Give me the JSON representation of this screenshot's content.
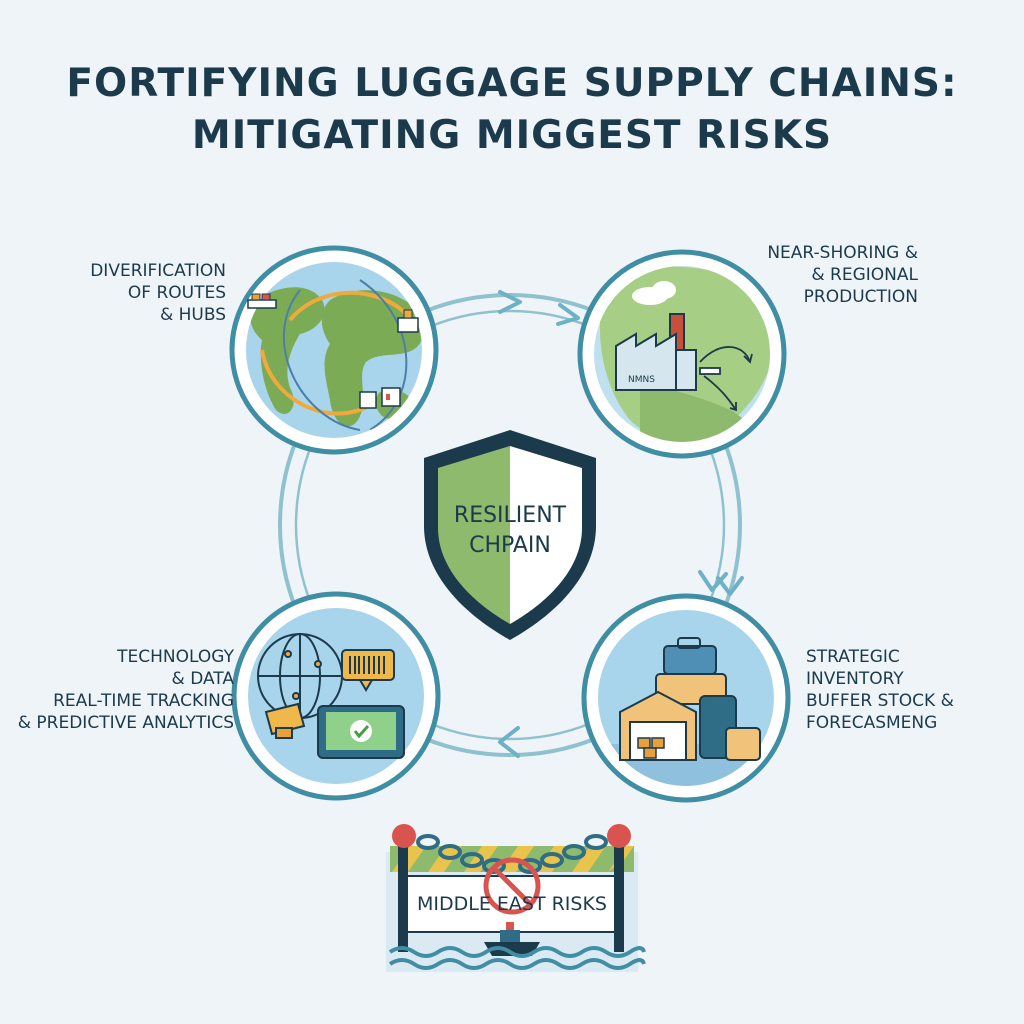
{
  "title": {
    "line1": "FORTIFYING LUGGAGE SUPPLY CHAINS:",
    "line2": "MITIGATING MIGGEST RISKS"
  },
  "center": {
    "line1": "RESILIENT",
    "line2": "CHPAIN"
  },
  "nodes": {
    "routes": {
      "lines": [
        "DIVERIFICATION",
        "OF ROUTES",
        "& HUBS"
      ]
    },
    "nearshoring": {
      "lines": [
        "NEAR-SHORING &",
        "& REGIONAL",
        "PRODUCTION"
      ]
    },
    "technology": {
      "lines": [
        "TECHNOLOGY",
        "& DATA",
        "REAL-TIME TRACKING",
        "& PREDICTIVE ANALYTICS"
      ]
    },
    "inventory": {
      "lines": [
        "STRATEGIC",
        "INVENTORY",
        "BUFFER STOCK &",
        "FORECASMENG"
      ]
    }
  },
  "risk_sign": {
    "label": "MIDDLE EAST RISKS"
  },
  "factory_sign": "NMNS",
  "colors": {
    "navy": "#1b3a4b",
    "ring": "#3f8ea4",
    "shield_green": "#8dba6c",
    "globe_blue": "#a9d5ec",
    "land_green": "#7cab55",
    "alert_red": "#d9534f",
    "warning_yellow": "#e8c44d"
  }
}
